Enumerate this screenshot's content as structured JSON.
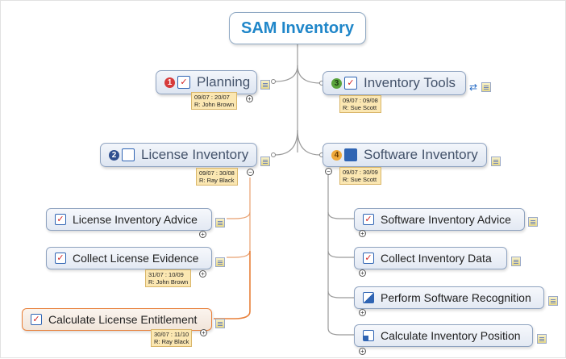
{
  "root": {
    "label": "SAM Inventory"
  },
  "topics": {
    "planning": {
      "priority": "1",
      "label": "Planning",
      "dates": "09/07 : 20/07",
      "resource": "R: John Brown"
    },
    "tools": {
      "priority": "3",
      "label": "Inventory Tools",
      "dates": "09/07 : 09/08",
      "resource": "R: Sue Scott"
    },
    "license": {
      "priority": "2",
      "label": "License Inventory",
      "dates": "09/07 : 30/08",
      "resource": "R: Ray Black"
    },
    "software": {
      "priority": "4",
      "label": "Software Inventory",
      "dates": "09/07 : 30/09",
      "resource": "R: Sue Scott"
    }
  },
  "license_subtopics": [
    {
      "label": "License Inventory Advice"
    },
    {
      "label": "Collect License Evidence",
      "dates": "31/07 : 10/09",
      "resource": "R: John Brown"
    },
    {
      "label": "Calculate License Entitlement",
      "dates": "30/07 : 11/10",
      "resource": "R: Ray Black"
    }
  ],
  "software_subtopics": [
    {
      "label": "Software Inventory Advice"
    },
    {
      "label": "Collect Inventory Data"
    },
    {
      "label": "Perform Software Recognition"
    },
    {
      "label": "Calculate Inventory Position"
    }
  ],
  "toggle_symbols": {
    "expand": "+",
    "collapse": "−"
  },
  "check_symbol": "✓",
  "link_symbol": "⇄",
  "colors": {
    "root_text": "#1f86c9",
    "topic_text": "#44536b",
    "selection": "#e8803a",
    "tag_bg": "#fbe7b2",
    "priority_1": "#d63b3b",
    "priority_2": "#2f4f8f",
    "priority_3": "#5aa43c",
    "priority_4": "#f0a93a"
  }
}
